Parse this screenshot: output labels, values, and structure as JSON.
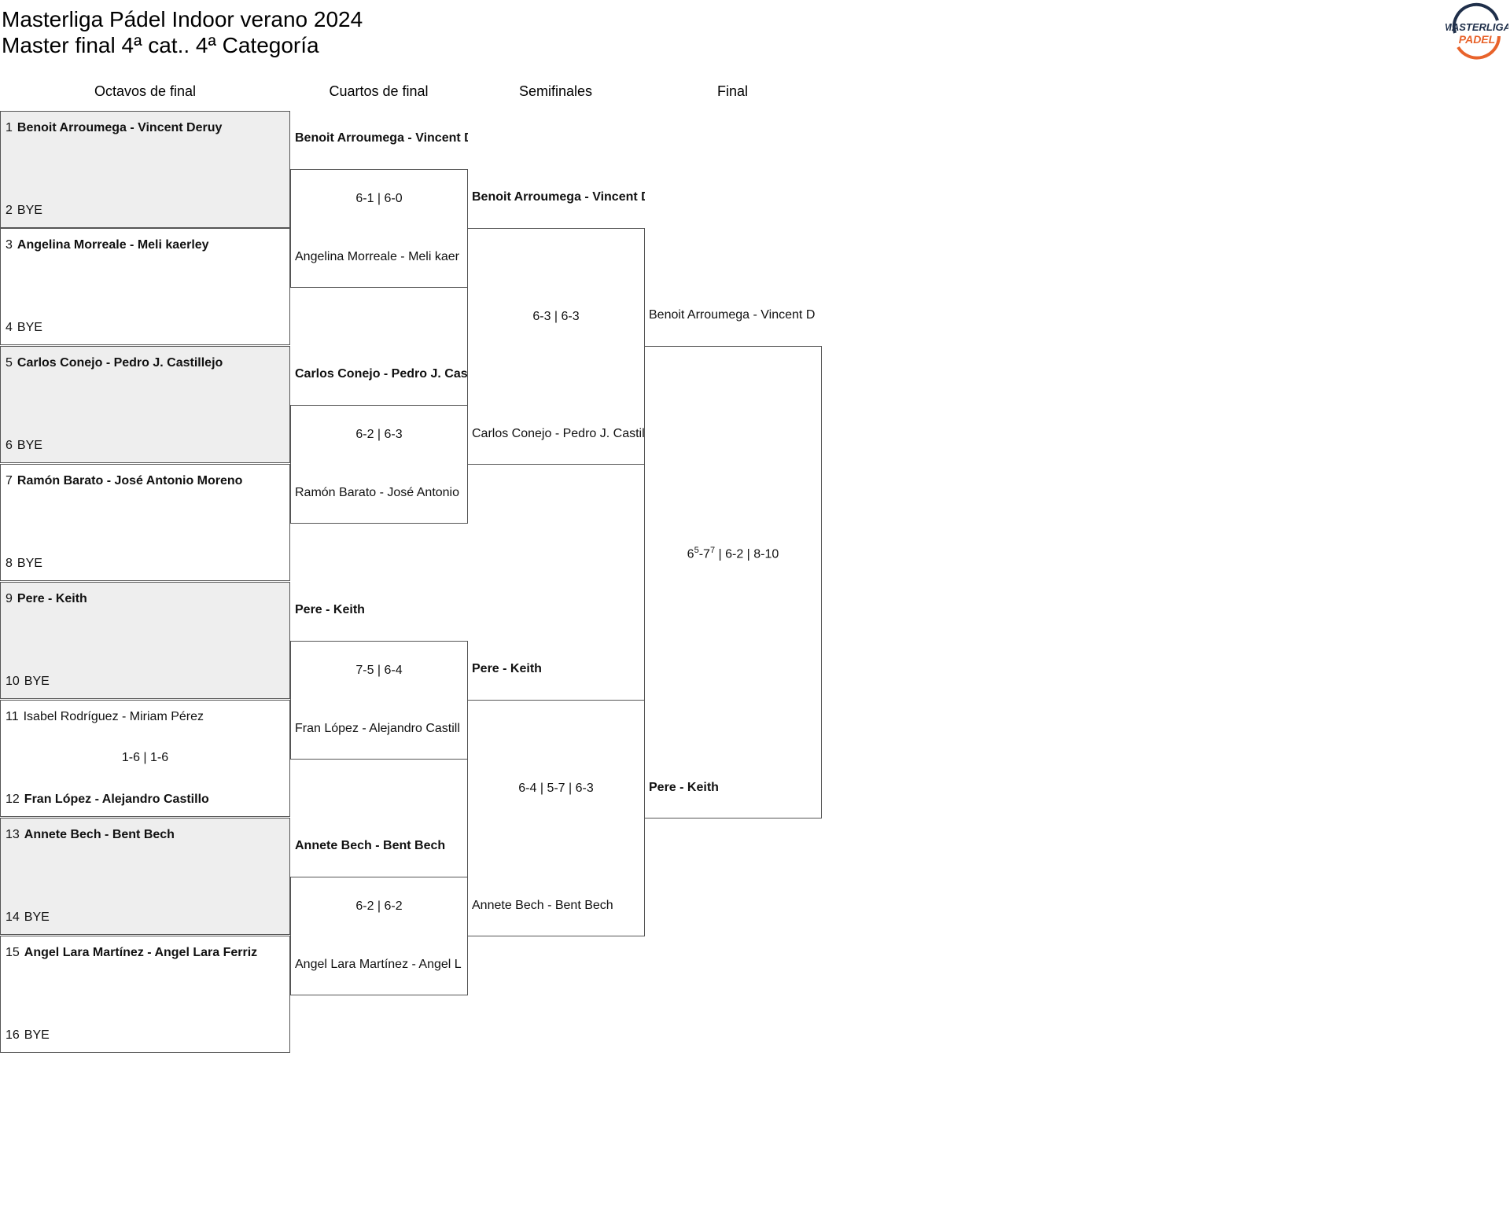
{
  "header": {
    "title_line1": "Masterliga Pádel Indoor verano 2024",
    "title_line2": "Master final 4ª cat.. 4ª Categoría",
    "logo_text_top": "MASTERLIGA",
    "logo_text_bottom": "PADEL",
    "logo_colors": {
      "dark": "#1f2f4a",
      "accent": "#e8632b"
    }
  },
  "rounds": [
    "Octavos de final",
    "Cuartos de final",
    "Semifinales",
    "Final"
  ],
  "octavos": [
    {
      "seed_a": "1",
      "team_a": "Benoit Arroumega - Vincent Deruy",
      "seed_b": "2",
      "team_b": "BYE",
      "score": ""
    },
    {
      "seed_a": "3",
      "team_a": "Angelina Morreale - Meli kaerley",
      "seed_b": "4",
      "team_b": "BYE",
      "score": ""
    },
    {
      "seed_a": "5",
      "team_a": "Carlos Conejo - Pedro J. Castillejo",
      "seed_b": "6",
      "team_b": "BYE",
      "score": ""
    },
    {
      "seed_a": "7",
      "team_a": "Ramón Barato - José Antonio Moreno",
      "seed_b": "8",
      "team_b": "BYE",
      "score": ""
    },
    {
      "seed_a": "9",
      "team_a": "Pere - Keith",
      "seed_b": "10",
      "team_b": "BYE",
      "score": ""
    },
    {
      "seed_a": "11",
      "team_a": "Isabel Rodríguez - Miriam Pérez",
      "seed_b": "12",
      "team_b": "Fran López - Alejandro Castillo",
      "score": "1-6 | 1-6"
    },
    {
      "seed_a": "13",
      "team_a": "Annete Bech - Bent Bech",
      "seed_b": "14",
      "team_b": "BYE",
      "score": ""
    },
    {
      "seed_a": "15",
      "team_a": "Angel Lara Martínez - Angel Lara Ferriz",
      "seed_b": "16",
      "team_b": "BYE",
      "score": ""
    }
  ],
  "cuartos": [
    {
      "team_a": "Benoit Arroumega - Vincent D",
      "team_b": "Angelina Morreale - Meli kaer",
      "score": "6-1 | 6-0"
    },
    {
      "team_a": "Carlos Conejo - Pedro J. Castil",
      "team_b": "Ramón Barato - José Antonio",
      "score": "6-2 | 6-3"
    },
    {
      "team_a": "Pere - Keith",
      "team_b": "Fran López - Alejandro Castill",
      "score": "7-5 | 6-4"
    },
    {
      "team_a": "Annete Bech - Bent Bech",
      "team_b": "Angel Lara Martínez - Angel L",
      "score": "6-2 | 6-2"
    }
  ],
  "semis": [
    {
      "team_a": "Benoit Arroumega - Vincent D",
      "team_b": "Carlos Conejo - Pedro J. Castil",
      "score": "6-3 | 6-3"
    },
    {
      "team_a": "Pere - Keith",
      "team_b": "Annete Bech - Bent Bech",
      "score": "6-4 | 5-7 | 6-3"
    }
  ],
  "final": {
    "team_a": "Benoit Arroumega - Vincent D",
    "team_b": "Pere - Keith",
    "score_set1_a": "6",
    "score_set1_a_tb": "5",
    "score_set1_b": "7",
    "score_set1_b_tb": "7",
    "score_rest": " | 6-2 | 8-10"
  }
}
